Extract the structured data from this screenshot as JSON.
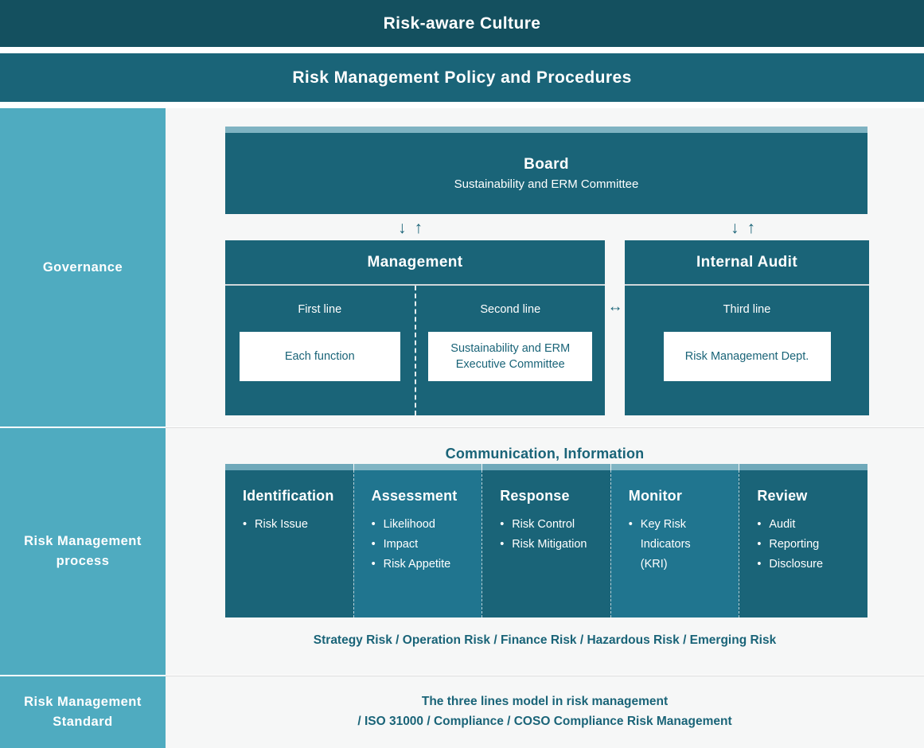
{
  "banners": {
    "culture": "Risk-aware Culture",
    "policy": "Risk Management Policy and Procedures"
  },
  "colors": {
    "dark_teal": "#14505f",
    "teal": "#1a6478",
    "mid_teal": "#20758f",
    "light_blue": "#4fabc0",
    "accent_bar": "#7fb3c2",
    "panel_bg": "#f6f7f7",
    "chip_bg": "#ffffff"
  },
  "governance": {
    "sidebar_label": "Governance",
    "board": {
      "title": "Board",
      "subtitle": "Sustainability and ERM Committee"
    },
    "arrow_down": "↓",
    "arrow_up": "↑",
    "bidirectional_arrow": "↔",
    "management": {
      "title": "Management",
      "lanes": [
        {
          "label": "First line",
          "chip": "Each function"
        },
        {
          "label": "Second line",
          "chip": "Sustainability and ERM Executive Committee"
        }
      ]
    },
    "internal_audit": {
      "title": "Internal Audit",
      "lanes": [
        {
          "label": "Third line",
          "chip": "Risk Management Dept."
        }
      ]
    }
  },
  "process": {
    "sidebar_label": "Risk Management process",
    "communication": "Communication, Information",
    "columns": [
      {
        "title": "Identification",
        "tone": "dark",
        "items": [
          "Risk Issue"
        ]
      },
      {
        "title": "Assessment",
        "tone": "light",
        "items": [
          "Likelihood",
          "Impact",
          "Risk Appetite"
        ]
      },
      {
        "title": "Response",
        "tone": "dark",
        "items": [
          "Risk Control",
          "Risk Mitigation"
        ]
      },
      {
        "title": "Monitor",
        "tone": "light",
        "items": [
          "Key Risk Indicators (KRI)"
        ]
      },
      {
        "title": "Review",
        "tone": "dark",
        "items": [
          "Audit",
          "Reporting",
          "Disclosure"
        ]
      }
    ],
    "risk_types": "Strategy Risk / Operation Risk / Finance Risk / Hazardous Risk / Emerging Risk"
  },
  "standard": {
    "sidebar_label": "Risk Management Standard",
    "line1": "The three lines model in risk management",
    "line2": "/ ISO 31000 / Compliance / COSO Compliance Risk Management"
  }
}
